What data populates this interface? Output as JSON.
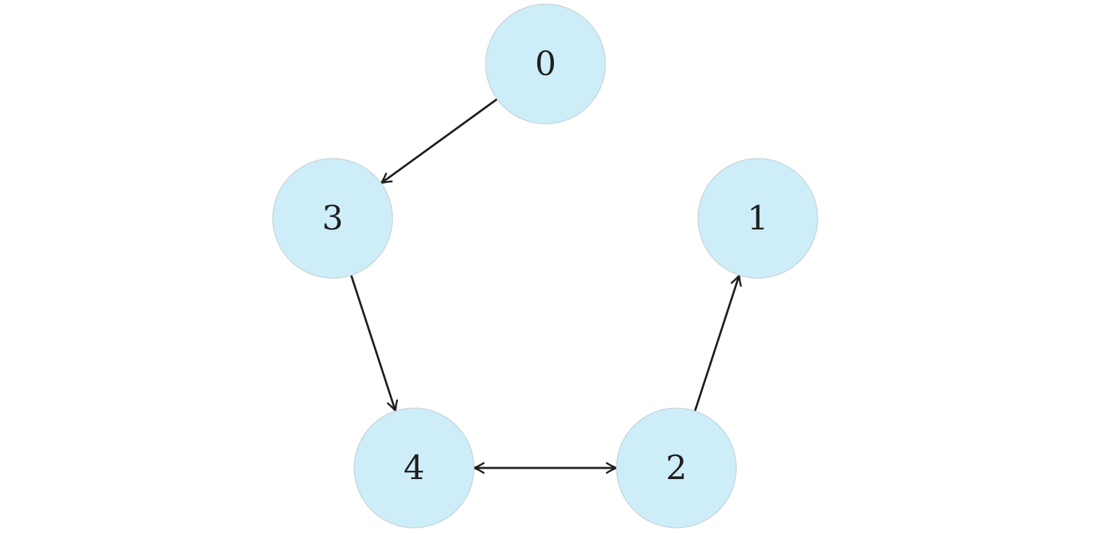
{
  "graph": {
    "directed": true,
    "node_fill": "#cdeef9",
    "edge_color": "#1f1f1f",
    "nodes": [
      {
        "id": "0",
        "label": "0"
      },
      {
        "id": "1",
        "label": "1"
      },
      {
        "id": "2",
        "label": "2"
      },
      {
        "id": "3",
        "label": "3"
      },
      {
        "id": "4",
        "label": "4"
      }
    ],
    "edges": [
      {
        "from": "0",
        "to": "3",
        "bidirectional": false
      },
      {
        "from": "3",
        "to": "4",
        "bidirectional": false
      },
      {
        "from": "2",
        "to": "1",
        "bidirectional": false
      },
      {
        "from": "4",
        "to": "2",
        "bidirectional": true
      }
    ]
  }
}
